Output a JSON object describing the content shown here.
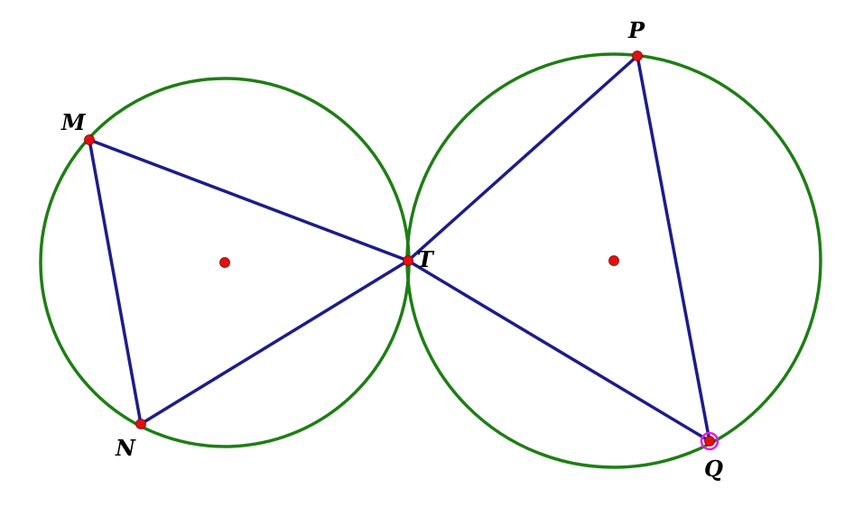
{
  "diagram": {
    "colors": {
      "circle": "#1e7e14",
      "segment": "#1c1c8c",
      "point": "#e01010",
      "selection_ring": "#e020e0"
    },
    "points": {
      "M": "M",
      "N": "N",
      "T": "T",
      "P": "P",
      "Q": "Q"
    },
    "circles": [
      {
        "name": "left-circle",
        "passes_through": [
          "M",
          "N",
          "T"
        ]
      },
      {
        "name": "right-circle",
        "passes_through": [
          "P",
          "Q",
          "T"
        ]
      }
    ],
    "segments": [
      [
        "M",
        "N"
      ],
      [
        "M",
        "T"
      ],
      [
        "N",
        "T"
      ],
      [
        "P",
        "Q"
      ],
      [
        "P",
        "T"
      ],
      [
        "Q",
        "T"
      ]
    ],
    "tangent_point": "T",
    "selected_point": "Q"
  }
}
